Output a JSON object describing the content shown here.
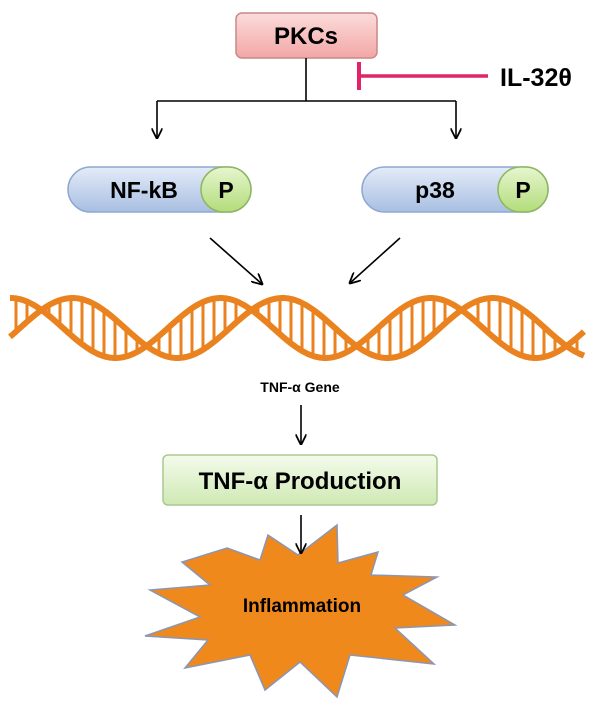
{
  "nodes": {
    "pkcs": "PKCs",
    "inhibitor": "IL-32θ",
    "nfkb": "NF-kB",
    "nfkb_phospho": "P",
    "p38": "p38",
    "p38_phospho": "P",
    "gene": "TNF-α Gene",
    "production": "TNF-α Production",
    "outcome": "Inflammation"
  },
  "colors": {
    "pkcs_box": "#f4b6b4",
    "pill_blue": "#c9d8ef",
    "phospho_green": "#c9ea9c",
    "production_box": "#def1c9",
    "dna_strand": "#e9821f",
    "burst": "#f0891c",
    "inhibition": "#e2236a"
  }
}
